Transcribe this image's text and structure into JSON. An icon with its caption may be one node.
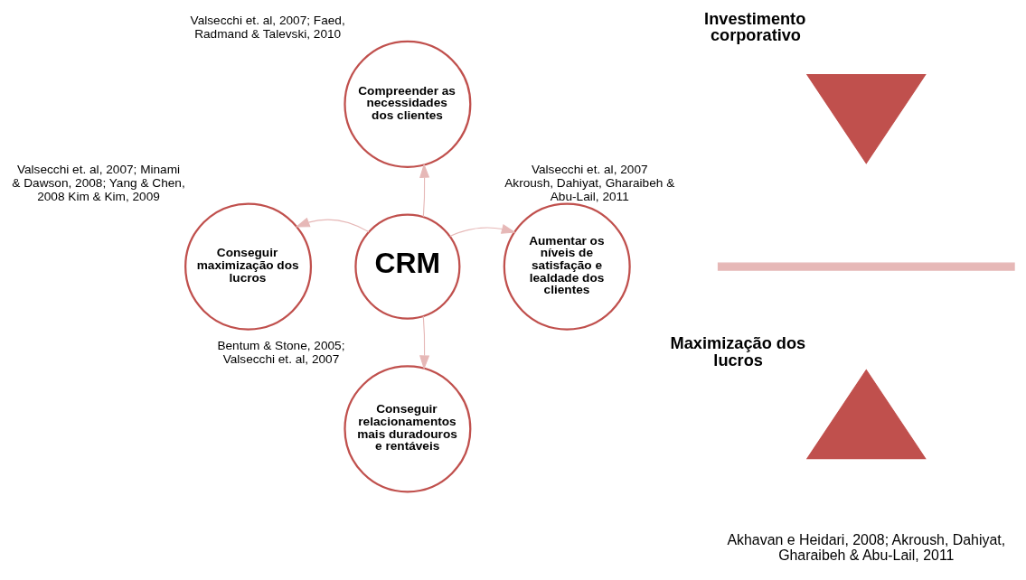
{
  "diagram": {
    "nodes": [
      {
        "text": [
          "CRM"
        ]
      },
      {
        "text": [
          "Compreender as necessidades dos clientes"
        ],
        "beside": [
          "Valsecchi et. al, 2007; Faed, Radmand & Talevski, 2010"
        ]
      },
      {
        "text": [
          "Aumentar os níveis de satisfação e lealdade dos clientes"
        ],
        "beside": [
          "Valsecchi et. al, 2007 Akroush, Dahiyat, Gharaibeh & Abu-Lail, 2011"
        ]
      },
      {
        "text": [
          "Conseguir relacionamentos mais duradouros e rentáveis"
        ],
        "beside": [
          "Bentum & Stone, 2005; Valsecchi et. al, 2007"
        ]
      },
      {
        "text": [
          "Conseguir maximização dos lucros"
        ],
        "beside": [
          "Valsecchi et. al, 2007; Minami & Dawson, 2008; Yang & Chen, 2008 Kim & Kim, 2009"
        ]
      },
      {
        "text": [],
        "shape": "arrow",
        "beside": [
          "Investimento corporativo"
        ]
      },
      {
        "text": [],
        "shape": "bar"
      },
      {
        "text": [],
        "shape": "arrow",
        "beside": [
          "Maximização dos lucros"
        ]
      }
    ],
    "edges": [
      {
        "from": 0,
        "to": 1,
        "arrow": "to"
      },
      {
        "from": 0,
        "to": 2,
        "arrow": "to"
      },
      {
        "from": 0,
        "to": 3,
        "arrow": "to"
      },
      {
        "from": 0,
        "to": 4,
        "arrow": "to"
      }
    ],
    "labels": [
      "Akhavan e Heidari, 2008; Akroush, Dahiyat, Gharaibeh & Abu-Lail, 2011"
    ]
  }
}
